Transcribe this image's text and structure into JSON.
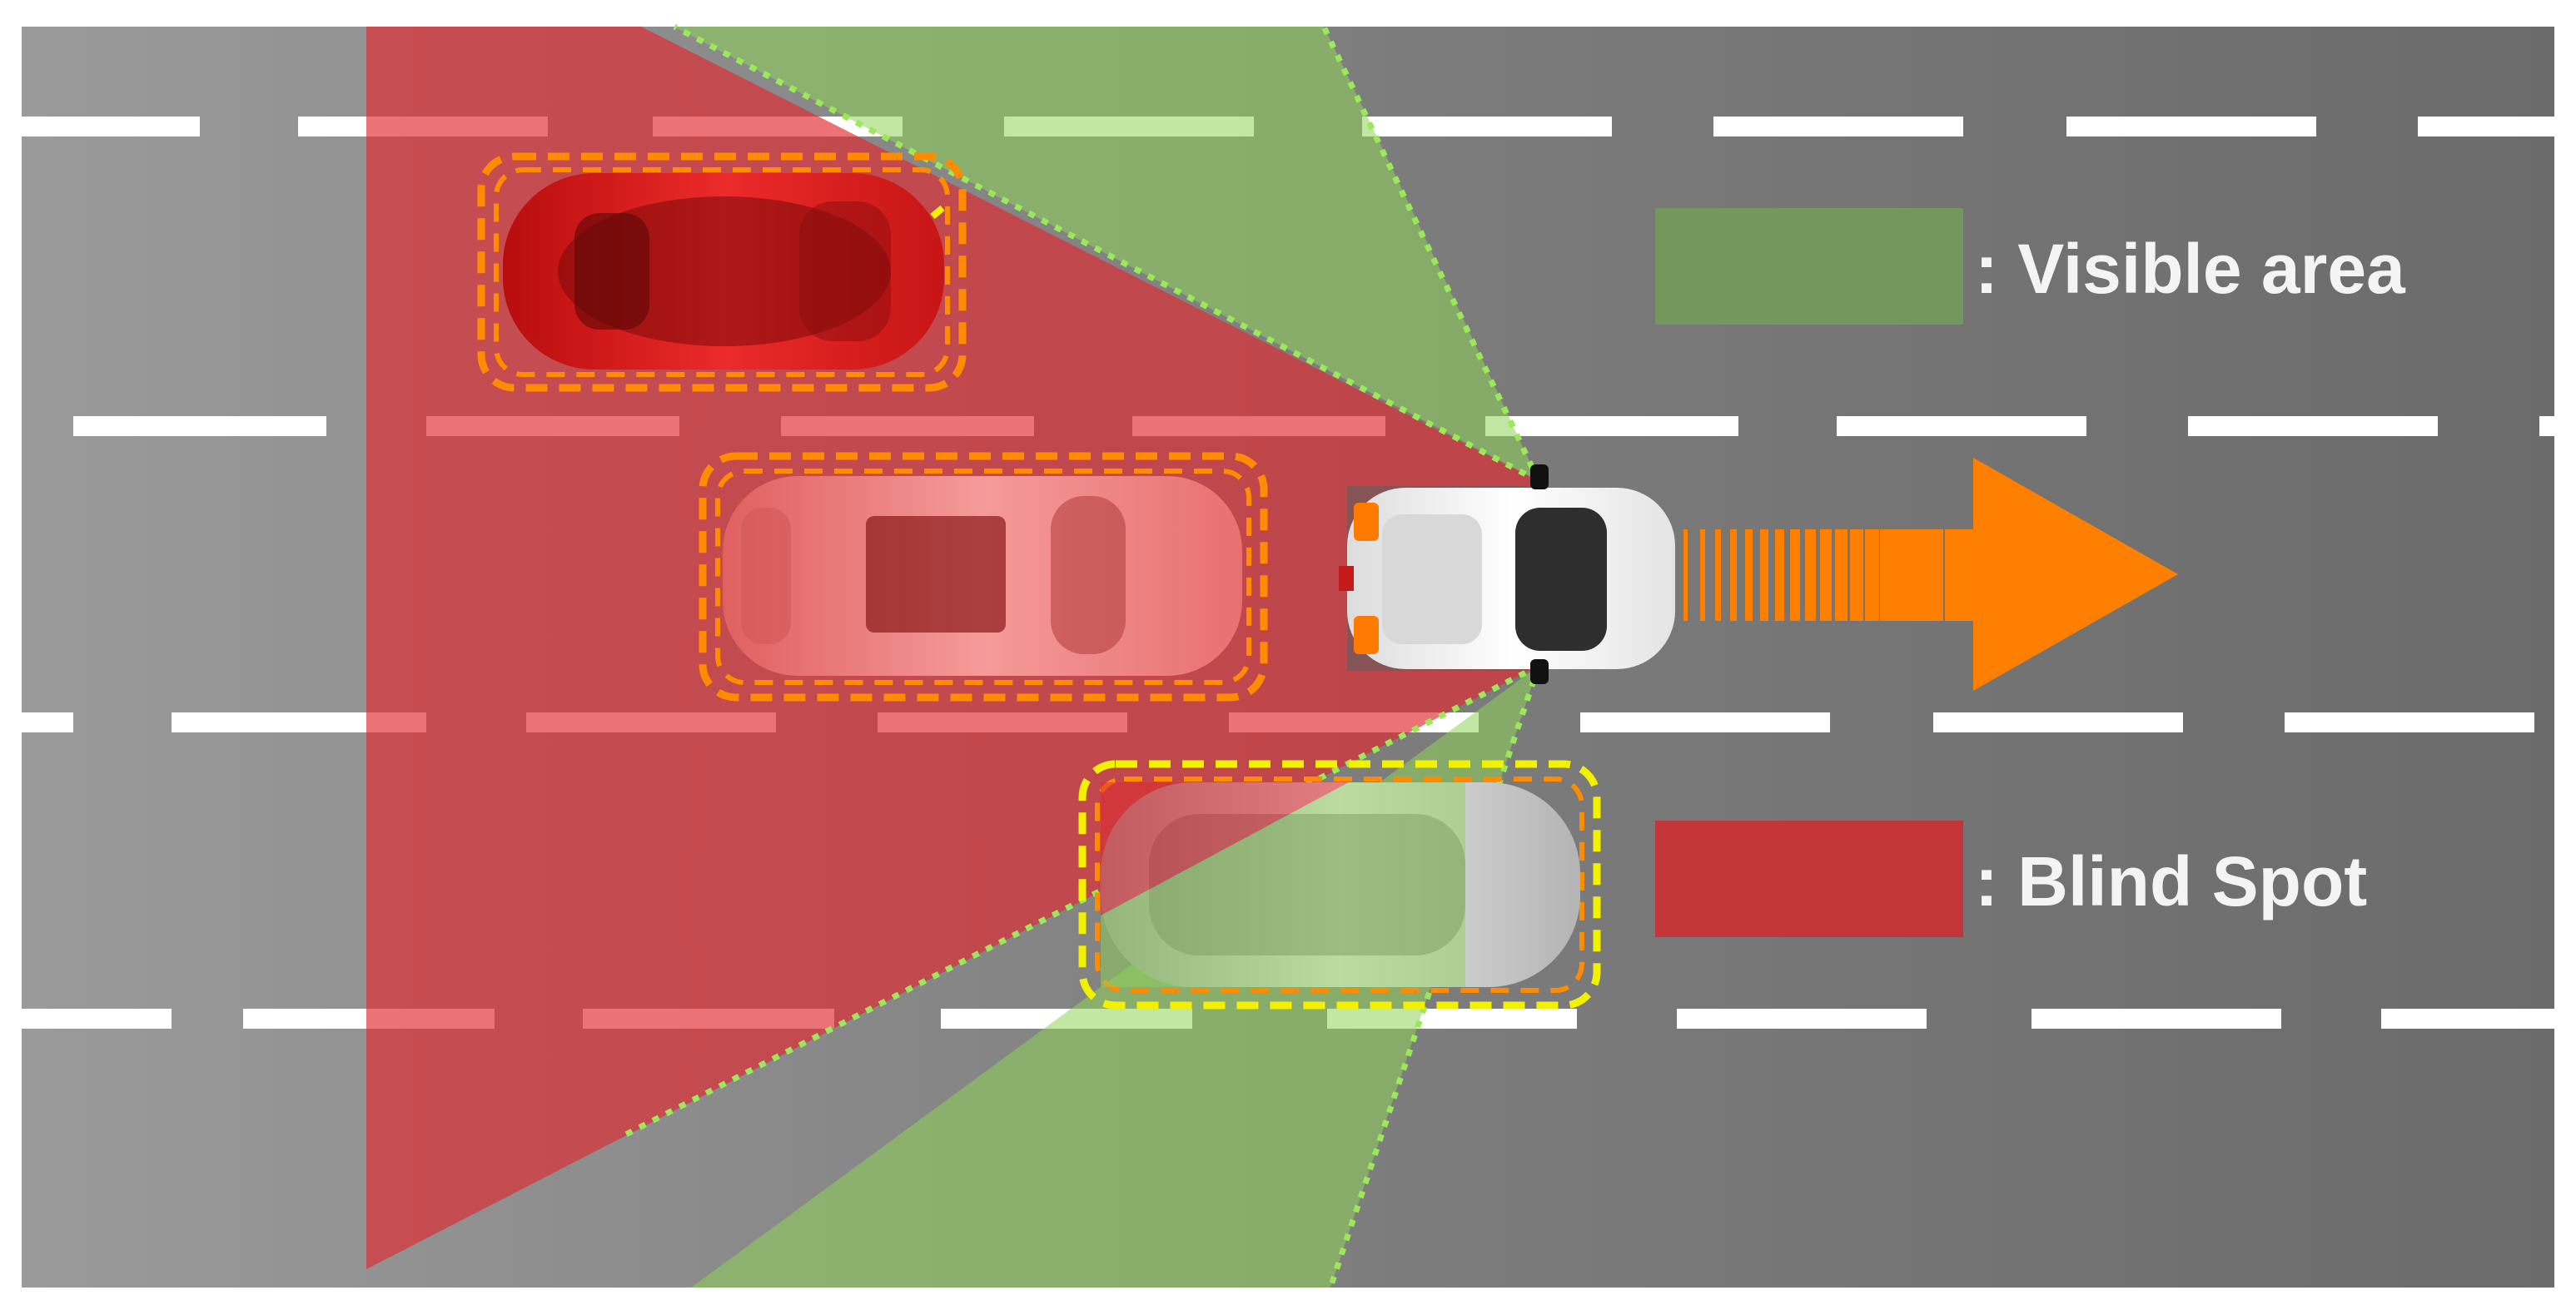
{
  "legend": {
    "visible": {
      "label": ": Visible area",
      "color": "#74975e"
    },
    "blind": {
      "label": ": Blind Spot",
      "color": "#c2363a"
    }
  },
  "colors": {
    "road_light": "#9a9a9a",
    "road_dark": "#6b6b6b",
    "lane_marking": "#ffffff",
    "visible_zone": "#8fd15a",
    "blind_zone": "#e0292f",
    "direction_arrow": "#ff7f00",
    "detection_box_outer": "#ff8c00",
    "detection_box_inner": "#f2f200",
    "ego_vehicle": "#f2f2f2",
    "red_car": "#e01c1c",
    "pink_suv": "#f07878",
    "silver_car": "#c8c8c8"
  },
  "vehicles": {
    "ego": {
      "lane": 2,
      "role": "ego",
      "icon": "white-hatchback-icon"
    },
    "car_1": {
      "lane": 1,
      "zone": "blind",
      "icon": "red-sports-car-icon"
    },
    "car_2": {
      "lane": 2,
      "zone": "blind",
      "icon": "suv-icon"
    },
    "car_3": {
      "lane": 3,
      "zone": "visible-and-blind",
      "icon": "silver-coupe-icon"
    }
  },
  "direction": {
    "icon": "forward-arrow-icon"
  }
}
